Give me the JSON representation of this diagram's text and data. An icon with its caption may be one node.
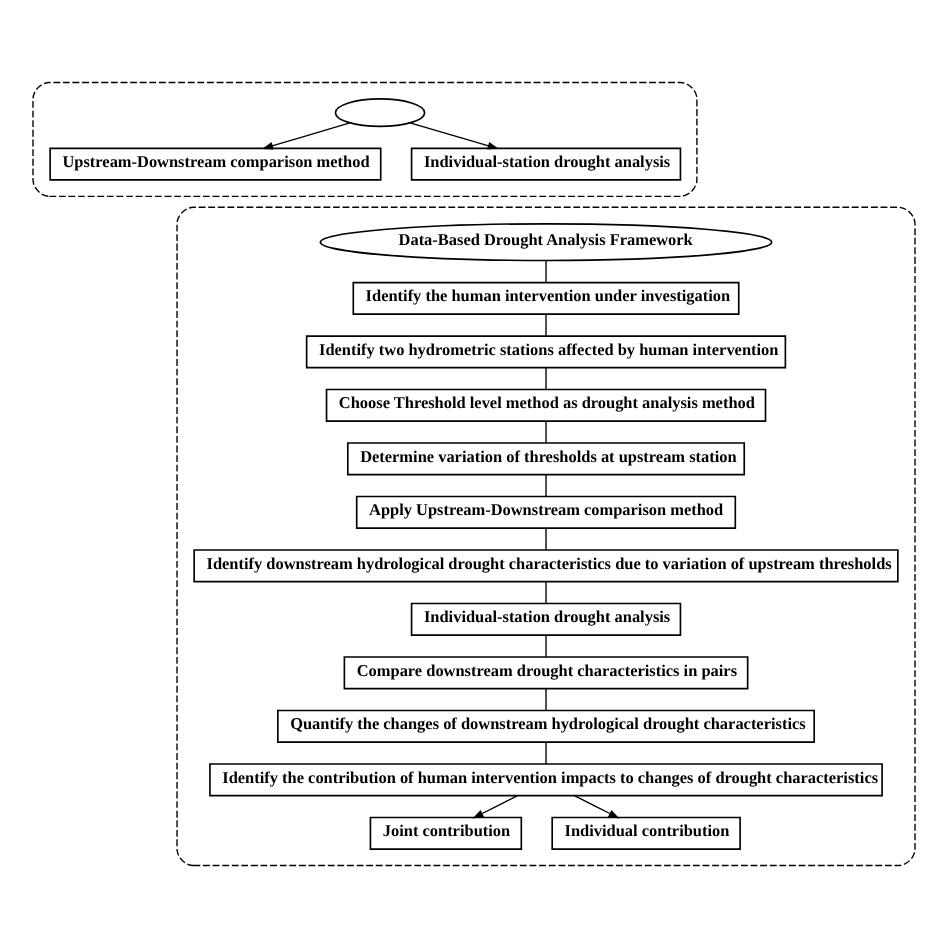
{
  "diagram": {
    "nodes": [
      {
        "text": [],
        "shape": "box"
      },
      {
        "text": [],
        "shape": "ellipse",
        "in": 0
      },
      {
        "text": [
          "Upstream-Downstream comparison method"
        ],
        "in": 0
      },
      {
        "text": [
          "Individual-station drought analysis"
        ],
        "in": 0
      },
      {
        "text": [],
        "shape": "box"
      },
      {
        "text": [
          "Data-Based Drought Analysis Framework"
        ],
        "in": 4
      },
      {
        "text": [
          "Identify the human intervention under investigation"
        ],
        "in": 4
      },
      {
        "text": [
          "Identify two hydrometric stations affected by human intervention"
        ],
        "in": 4
      },
      {
        "text": [
          "Choose Threshold level method as drought analysis method"
        ],
        "in": 4
      },
      {
        "text": [
          "Determine variation of thresholds at upstream station"
        ],
        "in": 4
      },
      {
        "text": [
          "Apply Upstream-Downstream comparison method"
        ],
        "in": 4
      },
      {
        "text": [
          "Identify downstream hydrological drought characteristics due to variation of upstream thresholds"
        ],
        "in": 4
      },
      {
        "text": [
          "Individual-station drought analysis"
        ],
        "in": 4
      },
      {
        "text": [
          "Compare downstream drought characteristics in pairs"
        ],
        "in": 4
      },
      {
        "text": [
          "Quantify the changes of downstream hydrological drought characteristics"
        ],
        "in": 4
      },
      {
        "text": [
          "Identify the contribution of human intervention impacts to changes of drought characteristics"
        ],
        "in": 4
      },
      {
        "text": [
          "Joint contribution"
        ],
        "in": 4
      },
      {
        "text": [
          "Individual contribution"
        ],
        "in": 4
      }
    ],
    "edges": [
      {
        "from": 1,
        "to": 2,
        "arrow": "to"
      },
      {
        "from": 1,
        "to": 3,
        "arrow": "to"
      },
      {
        "from": 5,
        "to": 6,
        "arrow": "none"
      },
      {
        "from": 6,
        "to": 7,
        "arrow": "none"
      },
      {
        "from": 7,
        "to": 8,
        "arrow": "none"
      },
      {
        "from": 8,
        "to": 9,
        "arrow": "none"
      },
      {
        "from": 9,
        "to": 10,
        "arrow": "none"
      },
      {
        "from": 10,
        "to": 11,
        "arrow": "none"
      },
      {
        "from": 11,
        "to": 12,
        "arrow": "none"
      },
      {
        "from": 12,
        "to": 13,
        "arrow": "none"
      },
      {
        "from": 13,
        "to": 14,
        "arrow": "none"
      },
      {
        "from": 14,
        "to": 15,
        "arrow": "none"
      },
      {
        "from": 15,
        "to": 16,
        "arrow": "to"
      },
      {
        "from": 15,
        "to": 17,
        "arrow": "to"
      }
    ]
  }
}
